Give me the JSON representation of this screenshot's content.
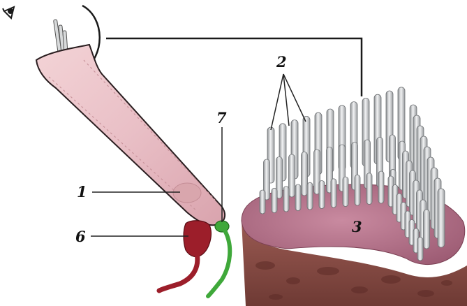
{
  "labels": {
    "nucleus": "1",
    "stereocilia": "2",
    "hair_cell": "3",
    "afferent_fiber": "6",
    "efferent_fiber": "7"
  },
  "colors": {
    "cell_fill": "#e9c0c6",
    "cell_outline": "#2a1e20",
    "nucleus": "#d9a6ad",
    "afferent": "#9c1e2a",
    "efferent": "#3fa83a",
    "stereocilia": "#c9cbcd",
    "cell_top": "#a9677f",
    "cell_side": "#8a4e46",
    "line": "#222222"
  },
  "icons": {
    "eye": "eye-icon"
  }
}
